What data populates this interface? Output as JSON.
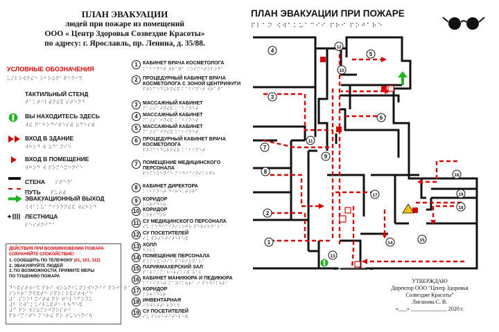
{
  "header": {
    "line1": "ПЛАН ЭВАКУАЦИИ",
    "line2": "людей при пожаре из помещений",
    "line3": "ООО « Центр Здоровья Созвездие Красоты»",
    "line4": "по адресу: г. Ярославль, пр. Ленина, д. 35/88."
  },
  "legend": {
    "title": "УСЛОВНЫЕ ОБОЗНАЧЕНИЯ",
    "title_braille": "⠥⠎⠇⠕⠺⠝⠮⠑ ⠕⠃⠕⠵⠝⠁⠟⠑⠝⠊⠫",
    "items": [
      {
        "label": "ТАКТИЛЬНЫЙ СТЕНД",
        "braille": "⠞⠁⠅⠞⠊⠇⠾⠝⠮⠯ ⠎⠞⠑⠝⠙"
      },
      {
        "label": "ВЫ НАХОДИТЕСЬ ЗДЕСЬ",
        "braille": "⠺⠮ ⠝⠁⠓⠕⠙⠊⠞⠑⠎⠾ ⠵⠙⠑⠎⠾"
      },
      {
        "label": "ВХОД В ЗДАНИЕ",
        "braille": "⠺⠓⠕⠙ ⠺ ⠵⠙⠁⠝⠊⠑"
      },
      {
        "label": "ВХОД В ПОМЕЩЕНИЕ",
        "braille": "⠺⠓⠕⠙ ⠺ ⠏⠕⠍⠑⠭⠑⠝⠊⠑"
      },
      {
        "label": "СТЕНА",
        "braille": "⠎⠞⠑⠝⠁"
      },
      {
        "label": "ПУТЬ",
        "braille": "⠏⠥⠞⠾"
      },
      {
        "label": "ЭВАКУАЦИОННЫЙ ВЫХОД",
        "braille": "⠪⠺⠁⠅⠥⠁⠉⠊⠕⠝⠝⠮⠯ ⠺⠮⠓⠕⠙"
      },
      {
        "label": "ЛЕСТНИЦА",
        "braille": "⠇⠑⠎⠞⠝⠊⠉⠁"
      }
    ]
  },
  "actions": {
    "title1": "ДЕЙСТВИЯ ПРИ ВОЗНИКНОВЕНИИ ПОЖАРА",
    "title2": "СОХРАНЯЙТЕ СПОКОЙСТВИЕ!",
    "step1a": "1. СООБЩИТЬ ПО ТЕЛЕФОНУ",
    "step1b": "(01, 101, 112)",
    "step2a": "2. ЭВАКУИРУЙТЕ ЛЮДЕЙ",
    "step3a": "3. ПО ВОЗМОЖНОСТИ, ПРИМИТЕ МЕРЫ",
    "step3b": "ПО ТУШЕНИЮ ПОЖАРА",
    "braille": [
      "⠙⠑⠯⠎⠞⠺⠊⠫ ⠏⠗⠊ ⠺⠕⠵⠝⠊⠅⠝⠕⠺⠑⠝⠊⠊ ⠏⠕⠚⠁⠗⠁",
      "⠎⠕⠓⠗⠁⠝⠫⠯⠞⠑ ⠎⠏⠕⠅⠕⠯⠎⠞⠺⠊⠑",
      "⠼⠁ ⠎⠕⠕⠃⠭⠊⠞⠾ ⠏⠕ ⠞⠑⠇⠑⠋⠕⠝⠥",
      "⠼⠃ ⠪⠺⠁⠅⠥⠊⠗⠥⠯⠞⠑ ⠇⠳⠙⠑⠯",
      "⠼⠉ ⠏⠕ ⠺⠕⠵⠍⠕⠚⠝⠕⠎⠞⠊",
      "⠏⠗⠊⠍⠊⠞⠑ ⠍⠑⠗⠮ ⠏⠕ ⠞⠥⠱⠑⠝⠊⠳"
    ]
  },
  "rooms": [
    {
      "num": "1",
      "title": "КАБИНЕТ ВРАЧА КОСМЕТОЛОГА",
      "braille": "⠅⠁⠃⠊⠝⠑⠞ ⠺⠗⠁⠟⠁ ⠅⠕⠎⠍⠑⠞⠕⠇⠕⠛⠁"
    },
    {
      "num": "2",
      "title": "ПРОЦЕДУРНЫЙ КАБИНЕТ ВРАЧА КОСМЕТОЛОГА С ЗОНОЙ ЦЕНТРИФУГИ",
      "braille": "⠏⠗⠕⠉⠑⠙⠥⠗⠝⠮⠯ ⠅⠁⠃⠊⠝⠑⠞ ⠺⠗⠁⠟⠁"
    },
    {
      "num": "3",
      "title": "МАССАЖНЫЙ КАБИНЕТ",
      "braille": "⠍⠁⠎⠎⠁⠚⠝⠮⠯ ⠅⠁⠃⠊⠝⠑⠞"
    },
    {
      "num": "4",
      "title": "МАССАЖНЫЙ КАБИНЕТ",
      "braille": "⠍⠁⠎⠎⠁⠚⠝⠮⠯ ⠅⠁⠃⠊⠝⠑⠞"
    },
    {
      "num": "5",
      "title": "МАССАЖНЫЙ КАБИНЕТ",
      "braille": "⠍⠁⠎⠎⠁⠚⠝⠮⠯ ⠅⠁⠃⠊⠝⠑⠞"
    },
    {
      "num": "6",
      "title": "ПРОЦЕДУРНЫЙ КАБИНЕТ ВРАЧА КОСМЕТОЛОГА",
      "braille": "⠏⠗⠕⠉⠑⠙⠥⠗⠝⠮⠯ ⠅⠁⠃⠊⠝⠑⠞"
    },
    {
      "num": "7",
      "title": "ПОМЕЩЕНИЕ МЕДИЦИНСКОГО ПЕРСОНАЛА",
      "braille": "⠏⠕⠍⠑⠭⠑⠝⠊⠑ ⠍⠑⠙⠊⠉⠊⠝⠎⠅⠕⠛⠕"
    },
    {
      "num": "8",
      "title": "КАБИНЕТ ДИРЕКТОРА",
      "braille": "⠅⠁⠃⠊⠝⠑⠞ ⠙⠊⠗⠑⠅⠞⠕⠗⠁"
    },
    {
      "num": "9",
      "title": "КОРИДОР",
      "braille": "⠅⠕⠗⠊⠙⠕⠗"
    },
    {
      "num": "10",
      "title": "КОРИДОР",
      "braille": "⠅⠕⠗⠊⠙⠕⠗"
    },
    {
      "num": "11",
      "title": "СУ МЕДИЦИНСКОГО ПЕРСОНАЛА",
      "braille": "⠎⠥ ⠍⠑⠙⠊⠉⠊⠝⠎⠅⠕⠛⠕ ⠏⠑⠗⠎⠕⠝⠁⠇⠁"
    },
    {
      "num": "12",
      "title": "СУ ПОСЕТИТЕЛЕЙ",
      "braille": "⠎⠥ ⠏⠕⠎⠑⠞⠊⠞⠑⠇⠑⠯"
    },
    {
      "num": "13",
      "title": "ХОЛЛ",
      "braille": "⠓⠕⠇⠇"
    },
    {
      "num": "14",
      "title": "ПОМЕЩЕНИЕ ПЕРСОНАЛА",
      "braille": "⠏⠕⠍⠑⠭⠑⠝⠊⠑ ⠏⠑⠗⠎⠕⠝⠁⠇⠁"
    },
    {
      "num": "15",
      "title": "ПАРИКМАХЕРСКИЙ ЗАЛ",
      "braille": "⠏⠁⠗⠊⠅⠍⠁⠓⠑⠗⠎⠅⠊⠯ ⠵⠁⠇"
    },
    {
      "num": "16",
      "title": "КАБИНЕТ МАНИКЮРА И ПЕДИКЮРА",
      "braille": "⠅⠁⠃⠊⠝⠑⠞ ⠍⠁⠝⠊⠅⠳⠗⠁ ⠊ ⠏⠑⠙⠊⠅⠳⠗⠁"
    },
    {
      "num": "17",
      "title": "КОРИДОР",
      "braille": "⠅⠕⠗⠊⠙⠕⠗"
    },
    {
      "num": "18",
      "title": "ИНВЕНТАРНАЯ",
      "braille": "⠊⠝⠺⠑⠝⠞⠁⠗⠝⠁⠫"
    },
    {
      "num": "19",
      "title": "СУ ПОСЕТИТЕЛЕЙ",
      "braille": "⠎⠥ ⠏⠕⠎⠑⠞⠊⠞⠑⠇⠑⠯"
    }
  ],
  "plan": {
    "title": "ПЛАН ЭВАКУАЦИИ ПРИ ПОЖАРЕ",
    "title_braille": "⠏⠇⠁⠝ ⠪⠺⠁⠅⠥⠁⠉⠊⠊ ⠏⠗⠊ ⠏⠕⠚⠁⠗⠑",
    "labels": [
      "1",
      "2",
      "3",
      "4",
      "5",
      "6",
      "7",
      "8",
      "9",
      "10",
      "11",
      "12",
      "13",
      "14",
      "15",
      "16",
      "17",
      "18",
      "19"
    ]
  },
  "approval": {
    "line1": "УТВЕРЖДАЮ",
    "line2": "Директор ООО \"Центр Здоровья",
    "line3": "Созвездие Красоты\"",
    "line4": "Лиганова С. В.",
    "line5": "«___» _____________ 2020 г."
  },
  "colors": {
    "accent": "#d50000",
    "green": "#1eb41e"
  }
}
